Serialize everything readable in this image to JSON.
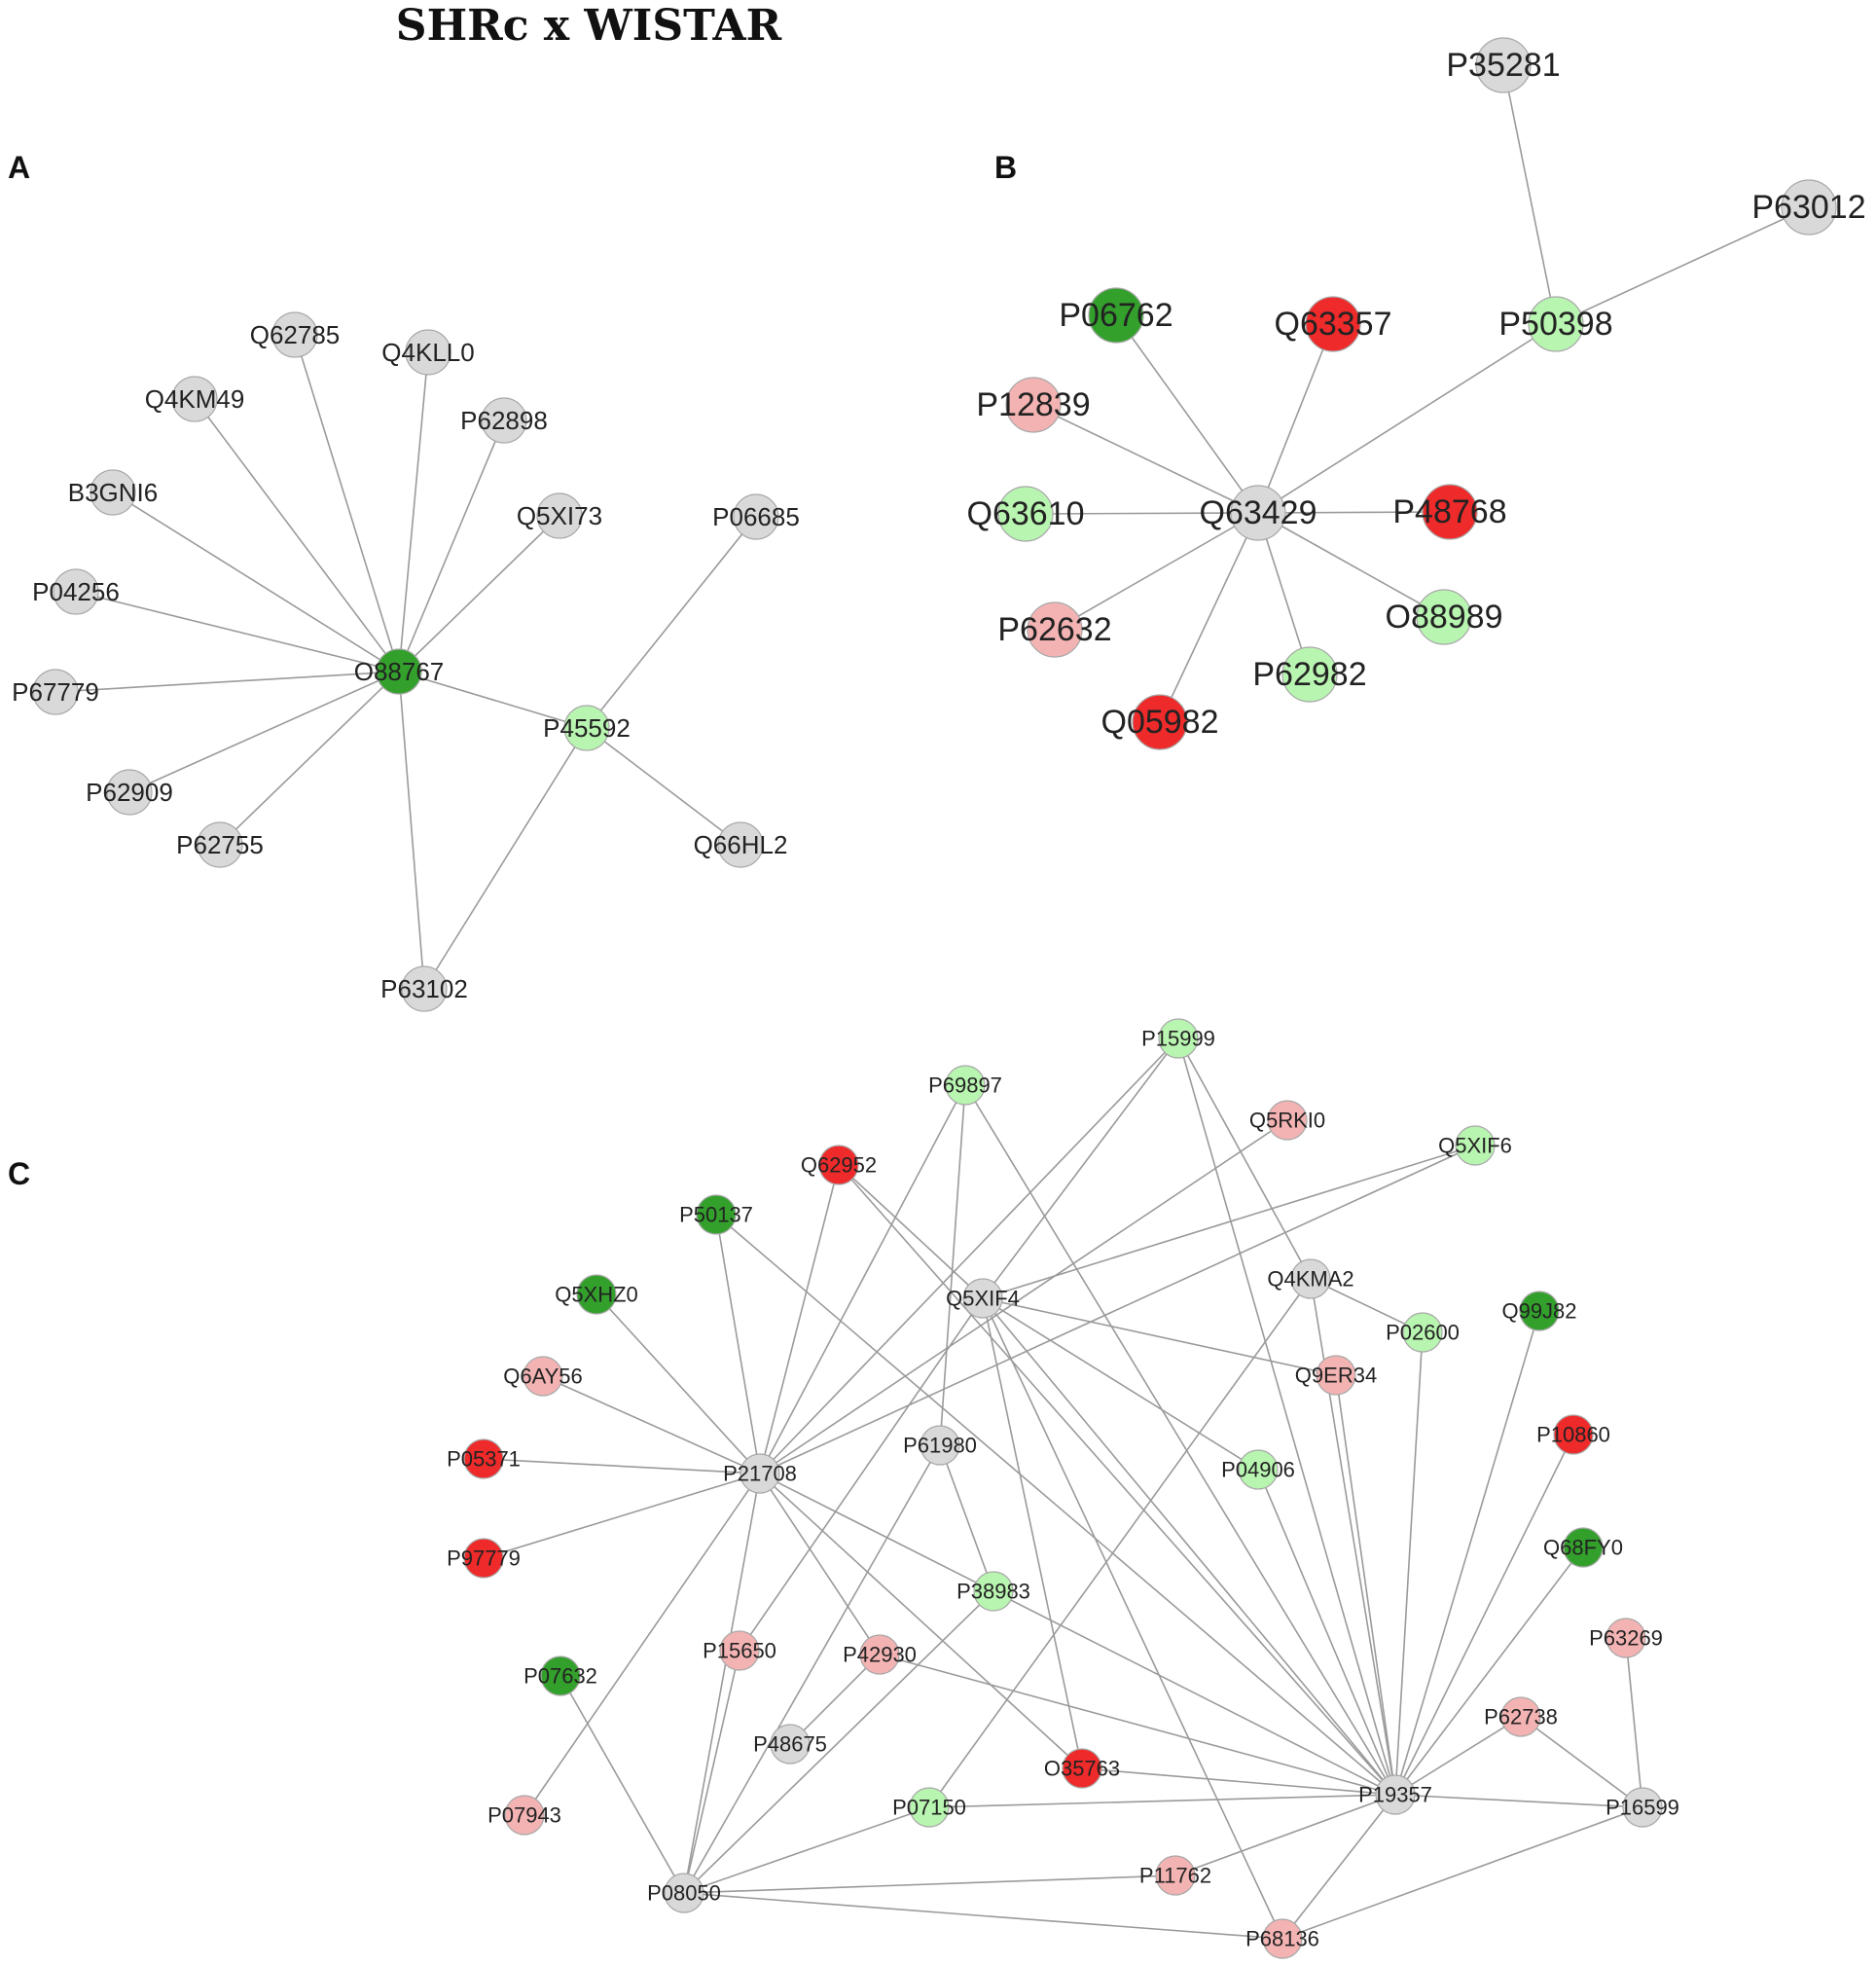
{
  "title": "SHRc x WISTAR",
  "colors": {
    "dark_green": "#33a02c",
    "light_green": "#b8f5b0",
    "red": "#ee2a2a",
    "pink": "#f4b3b3",
    "grey": "#d9d9d9"
  },
  "panels": [
    {
      "letter": "A",
      "nodes": [
        {
          "id": "O88767",
          "color": "dark_green"
        },
        {
          "id": "P45592",
          "color": "light_green"
        },
        {
          "id": "Q62785",
          "color": "grey"
        },
        {
          "id": "Q4KLL0",
          "color": "grey"
        },
        {
          "id": "Q4KM49",
          "color": "grey"
        },
        {
          "id": "P62898",
          "color": "grey"
        },
        {
          "id": "B3GNI6",
          "color": "grey"
        },
        {
          "id": "Q5XI73",
          "color": "grey"
        },
        {
          "id": "P06685",
          "color": "grey"
        },
        {
          "id": "P04256",
          "color": "grey"
        },
        {
          "id": "P67779",
          "color": "grey"
        },
        {
          "id": "P62909",
          "color": "grey"
        },
        {
          "id": "P62755",
          "color": "grey"
        },
        {
          "id": "Q66HL2",
          "color": "grey"
        },
        {
          "id": "P63102",
          "color": "grey"
        }
      ],
      "edges": [
        [
          "O88767",
          "Q62785"
        ],
        [
          "O88767",
          "Q4KLL0"
        ],
        [
          "O88767",
          "Q4KM49"
        ],
        [
          "O88767",
          "P62898"
        ],
        [
          "O88767",
          "B3GNI6"
        ],
        [
          "O88767",
          "Q5XI73"
        ],
        [
          "O88767",
          "P04256"
        ],
        [
          "O88767",
          "P67779"
        ],
        [
          "O88767",
          "P62909"
        ],
        [
          "O88767",
          "P62755"
        ],
        [
          "O88767",
          "P63102"
        ],
        [
          "O88767",
          "P45592"
        ],
        [
          "P45592",
          "P06685"
        ],
        [
          "P45592",
          "Q66HL2"
        ],
        [
          "P45592",
          "P63102"
        ]
      ]
    },
    {
      "letter": "B",
      "nodes": [
        {
          "id": "Q63429",
          "color": "grey"
        },
        {
          "id": "P35281",
          "color": "grey"
        },
        {
          "id": "P63012",
          "color": "grey"
        },
        {
          "id": "P50398",
          "color": "light_green"
        },
        {
          "id": "P06762",
          "color": "dark_green"
        },
        {
          "id": "Q63357",
          "color": "red"
        },
        {
          "id": "P12839",
          "color": "pink"
        },
        {
          "id": "Q63610",
          "color": "light_green"
        },
        {
          "id": "P48768",
          "color": "red"
        },
        {
          "id": "P62632",
          "color": "pink"
        },
        {
          "id": "O88989",
          "color": "light_green"
        },
        {
          "id": "P62982",
          "color": "light_green"
        },
        {
          "id": "Q05982",
          "color": "red"
        }
      ],
      "edges": [
        [
          "Q63429",
          "P50398"
        ],
        [
          "Q63429",
          "P06762"
        ],
        [
          "Q63429",
          "Q63357"
        ],
        [
          "Q63429",
          "P12839"
        ],
        [
          "Q63429",
          "Q63610"
        ],
        [
          "Q63429",
          "P48768"
        ],
        [
          "Q63429",
          "P62632"
        ],
        [
          "Q63429",
          "O88989"
        ],
        [
          "Q63429",
          "P62982"
        ],
        [
          "Q63429",
          "Q05982"
        ],
        [
          "P50398",
          "P35281"
        ],
        [
          "P50398",
          "P63012"
        ]
      ]
    },
    {
      "letter": "C",
      "nodes": [
        {
          "id": "P15999",
          "color": "light_green"
        },
        {
          "id": "P69897",
          "color": "light_green"
        },
        {
          "id": "Q5RKI0",
          "color": "pink"
        },
        {
          "id": "Q5XIF6",
          "color": "light_green"
        },
        {
          "id": "Q62952",
          "color": "red"
        },
        {
          "id": "P50137",
          "color": "dark_green"
        },
        {
          "id": "Q5XHZ0",
          "color": "dark_green"
        },
        {
          "id": "Q5XIF4",
          "color": "grey"
        },
        {
          "id": "Q4KMA2",
          "color": "grey"
        },
        {
          "id": "Q99J82",
          "color": "dark_green"
        },
        {
          "id": "P02600",
          "color": "light_green"
        },
        {
          "id": "Q6AY56",
          "color": "pink"
        },
        {
          "id": "Q9ER34",
          "color": "pink"
        },
        {
          "id": "P05371",
          "color": "red"
        },
        {
          "id": "P21708",
          "color": "grey"
        },
        {
          "id": "P61980",
          "color": "grey"
        },
        {
          "id": "P10860",
          "color": "red"
        },
        {
          "id": "P04906",
          "color": "light_green"
        },
        {
          "id": "P97779",
          "color": "red"
        },
        {
          "id": "Q68FY0",
          "color": "dark_green"
        },
        {
          "id": "P38983",
          "color": "light_green"
        },
        {
          "id": "P63269",
          "color": "pink"
        },
        {
          "id": "P07632",
          "color": "dark_green"
        },
        {
          "id": "P15650",
          "color": "pink"
        },
        {
          "id": "P42930",
          "color": "pink"
        },
        {
          "id": "P62738",
          "color": "pink"
        },
        {
          "id": "P48675",
          "color": "grey"
        },
        {
          "id": "O35763",
          "color": "red"
        },
        {
          "id": "P07943",
          "color": "pink"
        },
        {
          "id": "P07150",
          "color": "light_green"
        },
        {
          "id": "P19357",
          "color": "grey"
        },
        {
          "id": "P16599",
          "color": "grey"
        },
        {
          "id": "P11762",
          "color": "pink"
        },
        {
          "id": "P08050",
          "color": "grey"
        },
        {
          "id": "P68136",
          "color": "pink"
        }
      ],
      "edges": [
        [
          "P21708",
          "P50137"
        ],
        [
          "P21708",
          "Q5XHZ0"
        ],
        [
          "P21708",
          "Q6AY56"
        ],
        [
          "P21708",
          "P05371"
        ],
        [
          "P21708",
          "P97779"
        ],
        [
          "P21708",
          "Q62952"
        ],
        [
          "P21708",
          "P69897"
        ],
        [
          "P21708",
          "P15999"
        ],
        [
          "P21708",
          "Q5XIF6"
        ],
        [
          "P21708",
          "Q5RKI0"
        ],
        [
          "P21708",
          "P42930"
        ],
        [
          "P21708",
          "O35763"
        ],
        [
          "P21708",
          "P07943"
        ],
        [
          "P21708",
          "P38983"
        ],
        [
          "P19357",
          "P15999"
        ],
        [
          "P19357",
          "P69897"
        ],
        [
          "P19357",
          "Q5XIF4"
        ],
        [
          "P19357",
          "Q4KMA2"
        ],
        [
          "P19357",
          "P02600"
        ],
        [
          "P19357",
          "Q9ER34"
        ],
        [
          "P19357",
          "P04906"
        ],
        [
          "P19357",
          "P10860"
        ],
        [
          "P19357",
          "Q68FY0"
        ],
        [
          "P19357",
          "Q99J82"
        ],
        [
          "P19357",
          "P62738"
        ],
        [
          "P19357",
          "P16599"
        ],
        [
          "P19357",
          "P11762"
        ],
        [
          "P19357",
          "P68136"
        ],
        [
          "P19357",
          "O35763"
        ],
        [
          "P19357",
          "P07150"
        ],
        [
          "P19357",
          "P42930"
        ],
        [
          "P19357",
          "P38983"
        ],
        [
          "P19357",
          "P50137"
        ],
        [
          "P19357",
          "Q62952"
        ],
        [
          "Q5XIF4",
          "Q5XIF6"
        ],
        [
          "Q5XIF4",
          "Q9ER34"
        ],
        [
          "Q5XIF4",
          "P04906"
        ],
        [
          "Q5XIF4",
          "O35763"
        ],
        [
          "Q5XIF4",
          "Q62952"
        ],
        [
          "Q5XIF4",
          "P15650"
        ],
        [
          "Q5XIF4",
          "P68136"
        ],
        [
          "Q5XIF4",
          "P15999"
        ],
        [
          "Q4KMA2",
          "P02600"
        ],
        [
          "Q4KMA2",
          "P15999"
        ],
        [
          "Q4KMA2",
          "P07150"
        ],
        [
          "P61980",
          "P38983"
        ],
        [
          "P61980",
          "P08050"
        ],
        [
          "P61980",
          "P69897"
        ],
        [
          "P08050",
          "P07632"
        ],
        [
          "P08050",
          "P15650"
        ],
        [
          "P08050",
          "P38983"
        ],
        [
          "P08050",
          "P07150"
        ],
        [
          "P08050",
          "P11762"
        ],
        [
          "P08050",
          "P68136"
        ],
        [
          "P08050",
          "P21708"
        ],
        [
          "P42930",
          "P48675"
        ],
        [
          "P16599",
          "P63269"
        ],
        [
          "P16599",
          "P68136"
        ],
        [
          "P16599",
          "P62738"
        ]
      ]
    }
  ]
}
